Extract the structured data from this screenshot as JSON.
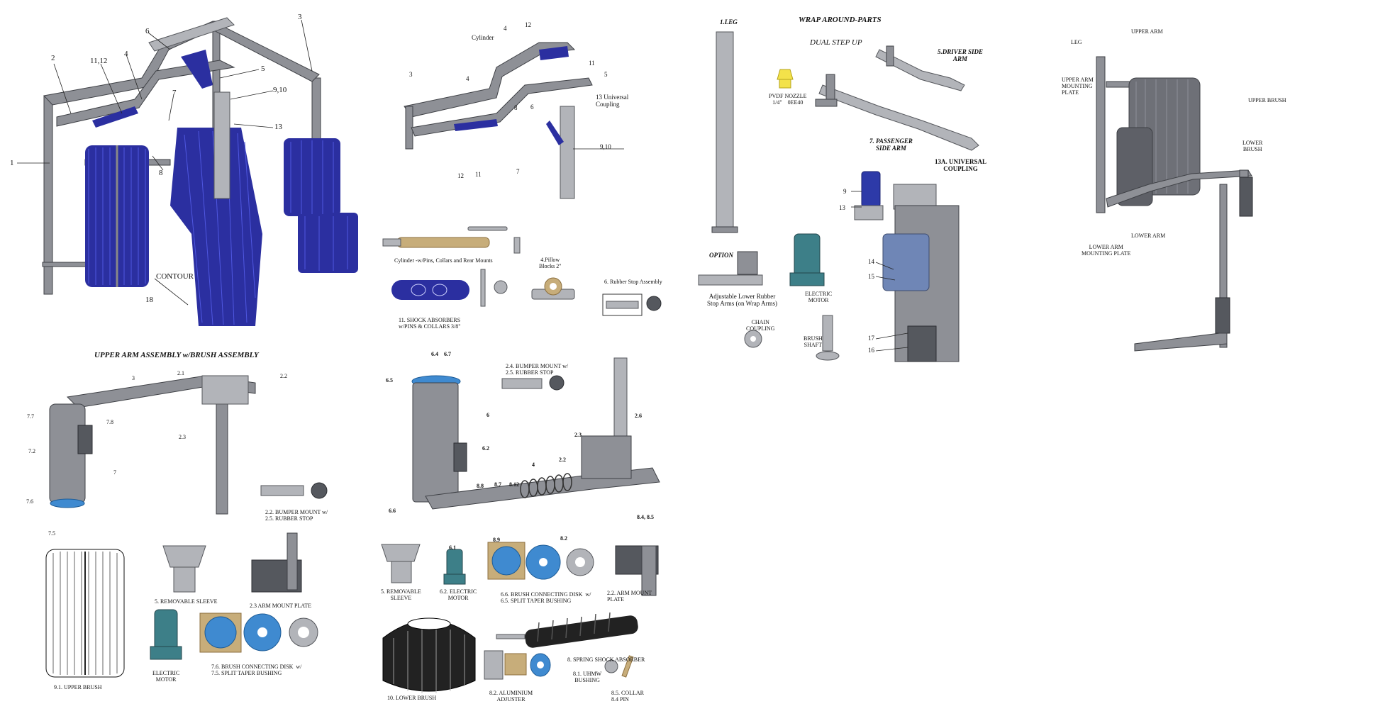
{
  "colors": {
    "brush_blue": "#2b2fa0",
    "metal_gray": "#8e9096",
    "motor_teal": "#3d7f88",
    "disk_blue": "#3f8ad0"
  },
  "main_assembly": {
    "callouts": [
      "1",
      "2",
      "11,12",
      "4",
      "6",
      "3",
      "5",
      "9,10",
      "7",
      "13",
      "8",
      "CONTOUR",
      "18"
    ]
  },
  "arm_assembly": {
    "callouts": [
      "3",
      "4",
      "Cylinder",
      "4",
      "12",
      "11",
      "5",
      "8",
      "6",
      "13 Universal\nCoupling",
      "9,10",
      "12",
      "11",
      "7"
    ]
  },
  "parts_top": {
    "cylinder": "Cylinder -w/Pins, Collars and Rear Mounts",
    "pillow": "4.Pillow\nBlocks 2\"",
    "rubber_stop": "6. Rubber Stop Assembly",
    "shock": "11. SHOCK ABSORBERS\nw/PINS & COLLARS 3/8\""
  },
  "wrap_around": {
    "title": "WRAP AROUND-PARTS",
    "leg": "1.LEG",
    "dual_step": "DUAL STEP UP",
    "driver_arm": "5.DRIVER SIDE\nARM",
    "nozzle": "PVDF NOZZLE\n1/4\"    0EE40",
    "passenger_arm": "7. PASSENGER\nSIDE ARM",
    "coupling": "13A. UNIVERSAL\nCOUPLING",
    "option": "OPTION",
    "adj_stop": "Adjustable Lower Rubber\nStop Arms (on Wrap Arms)",
    "electric_motor": "ELECTRIC\nMOTOR",
    "chain_coupling": "CHAIN\nCOUPLING",
    "brush_shaft": "BRUSH\nSHAFT",
    "callouts": [
      "9",
      "13",
      "14",
      "15",
      "17",
      "16"
    ]
  },
  "side_view": {
    "leg": "LEG",
    "upper_arm": "UPPER ARM",
    "upper_mounting": "UPPER ARM\nMOUNTING\nPLATE",
    "upper_brush": "UPPER BRUSH",
    "lower_brush": "LOWER\nBRUSH",
    "lower_arm": "LOWER ARM",
    "lower_mounting": "LOWER ARM\nMOUNTING PLATE"
  },
  "upper_arm_section": {
    "title": "UPPER ARM  ASSEMBLY w/BRUSH ASSEMBLY",
    "callouts": [
      "3",
      "2.1",
      "2.2",
      "7.7",
      "7.8",
      "2.3",
      "7.2",
      "7",
      "7.6",
      "7.5"
    ],
    "bumper": "2.2. BUMPER MOUNT w/\n2.5. RUBBER STOP",
    "upper_brush": "9.1. UPPER  BRUSH",
    "sleeve": "5. REMOVABLE SLEEVE",
    "mount_plate": "2.3 ARM MOUNT PLATE",
    "motor": "ELECTRIC\nMOTOR",
    "disk": "7.6. BRUSH CONNECTING DISK  w/\n7.5. SPLIT TAPER BUSHING"
  },
  "lower_arm_section": {
    "callouts": [
      "6.4",
      "6.7",
      "6.5",
      "6",
      "6.2",
      "2.6",
      "2.3",
      "2.2",
      "4",
      "8.8",
      "8.7",
      "8.12",
      "6.6",
      "8.4, 8.5",
      "8.9",
      "6.1",
      "8.2"
    ],
    "bumper": "2.4. BUMPER MOUNT w/\n2.5. RUBBER STOP",
    "sleeve": "5. REMOVABLE\nSLEEVE",
    "motor": "6.2. ELECTRIC\nMOTOR",
    "disk": "6.6. BRUSH CONNECTING DISK  w/\n6.5. SPLIT TAPER BUSHING",
    "mount_plate": "2.2. ARM MOUNT\nPLATE",
    "lower_brush": "10. LOWER BRUSH",
    "spring_shock": "8. SPRING SHOCK ABSORBER",
    "uhmw": "8.1. UHMW\nBUSHING",
    "adjuster": "8.2. ALUMINIUM\nADJUSTER",
    "collar": "8.5. COLLAR\n8.4 PIN"
  }
}
